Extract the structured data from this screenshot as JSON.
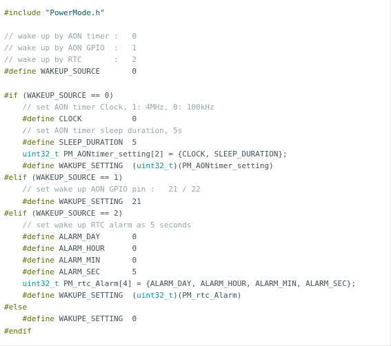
{
  "colors": {
    "background": "#ffffff",
    "preprocessor": "#5e6d03",
    "comment": "#95a5a6",
    "string": "#005c5f",
    "type": "#00979c",
    "text": "#434f54"
  },
  "code_lines": [
    [
      [
        "kw",
        "#include"
      ],
      [
        "tx",
        " "
      ],
      [
        "str",
        "\"PowerMode.h\""
      ]
    ],
    [],
    [
      [
        "cm",
        "// wake up by AON timer :   0"
      ]
    ],
    [
      [
        "cm",
        "// wake up by AON GPIO  :   1"
      ]
    ],
    [
      [
        "cm",
        "// wake up by RTC       :   2"
      ]
    ],
    [
      [
        "kw",
        "#define"
      ],
      [
        "tx",
        " WAKEUP_SOURCE       0"
      ]
    ],
    [],
    [
      [
        "kw",
        "#if"
      ],
      [
        "tx",
        " (WAKEUP_SOURCE == 0)"
      ]
    ],
    [
      [
        "tx",
        "    "
      ],
      [
        "cm",
        "// set AON timer Clock, 1: 4MHz, 0: 100kHz"
      ]
    ],
    [
      [
        "tx",
        "    "
      ],
      [
        "kw",
        "#define"
      ],
      [
        "tx",
        " CLOCK           0"
      ]
    ],
    [
      [
        "tx",
        "    "
      ],
      [
        "cm",
        "// set AON timer sleep duration, 5s"
      ]
    ],
    [
      [
        "tx",
        "    "
      ],
      [
        "kw",
        "#define"
      ],
      [
        "tx",
        " SLEEP_DURATION  5"
      ]
    ],
    [
      [
        "tx",
        "    "
      ],
      [
        "ty",
        "uint32_t"
      ],
      [
        "tx",
        " PM_AONtimer_setting[2] = {CLOCK, SLEEP_DURATION};"
      ]
    ],
    [
      [
        "tx",
        "    "
      ],
      [
        "kw",
        "#define"
      ],
      [
        "tx",
        " WAKUPE_SETTING  ("
      ],
      [
        "ty",
        "uint32_t"
      ],
      [
        "tx",
        ")(PM_AONtimer_setting)"
      ]
    ],
    [
      [
        "kw",
        "#elif"
      ],
      [
        "tx",
        " (WAKEUP_SOURCE == 1)"
      ]
    ],
    [
      [
        "tx",
        "    "
      ],
      [
        "cm",
        "// set wake up AON GPIO pin :   21 / 22"
      ]
    ],
    [
      [
        "tx",
        "    "
      ],
      [
        "kw",
        "#define"
      ],
      [
        "tx",
        " WAKUPE_SETTING  21"
      ]
    ],
    [
      [
        "kw",
        "#elif"
      ],
      [
        "tx",
        " (WAKEUP_SOURCE == 2)"
      ]
    ],
    [
      [
        "tx",
        "    "
      ],
      [
        "cm",
        "// set wake up RTC alarm as 5 seconds"
      ]
    ],
    [
      [
        "tx",
        "    "
      ],
      [
        "kw",
        "#define"
      ],
      [
        "tx",
        " ALARM_DAY       0"
      ]
    ],
    [
      [
        "tx",
        "    "
      ],
      [
        "kw",
        "#define"
      ],
      [
        "tx",
        " ALARM_HOUR      0"
      ]
    ],
    [
      [
        "tx",
        "    "
      ],
      [
        "kw",
        "#define"
      ],
      [
        "tx",
        " ALARM_MIN       0"
      ]
    ],
    [
      [
        "tx",
        "    "
      ],
      [
        "kw",
        "#define"
      ],
      [
        "tx",
        " ALARM_SEC       5"
      ]
    ],
    [
      [
        "tx",
        "    "
      ],
      [
        "ty",
        "uint32_t"
      ],
      [
        "tx",
        " PM_rtc_Alarm[4] = {ALARM_DAY, ALARM_HOUR, ALARM_MIN, ALARM_SEC};"
      ]
    ],
    [
      [
        "tx",
        "    "
      ],
      [
        "kw",
        "#define"
      ],
      [
        "tx",
        " WAKUPE_SETTING  ("
      ],
      [
        "ty",
        "uint32_t"
      ],
      [
        "tx",
        ")(PM_rtc_Alarm)"
      ]
    ],
    [
      [
        "kw",
        "#else"
      ]
    ],
    [
      [
        "tx",
        "    "
      ],
      [
        "kw",
        "#define"
      ],
      [
        "tx",
        " WAKUPE_SETTING  0"
      ]
    ],
    [
      [
        "kw",
        "#endif"
      ]
    ]
  ]
}
